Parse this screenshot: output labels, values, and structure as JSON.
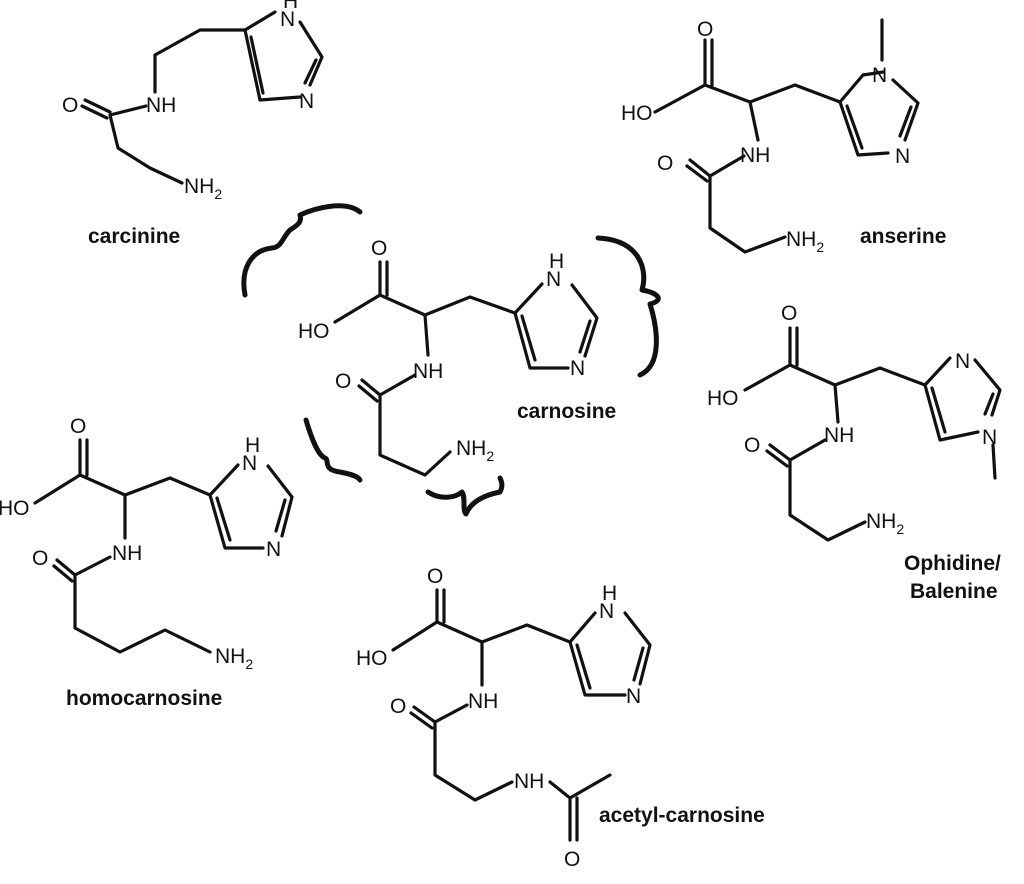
{
  "atoms": {
    "oxygen": "O",
    "hydroxyl": "HO",
    "amide": "NH",
    "amine": "NH",
    "amine_subscript": "2",
    "nitrogen": "N",
    "hydrogen": "H"
  },
  "molecules": {
    "carcinine": {
      "name": "carcinine"
    },
    "anserine": {
      "name": "anserine"
    },
    "carnosine": {
      "name": "carnosine"
    },
    "ophidine": {
      "name_line1": "Ophidine/",
      "name_line2": "Balenine"
    },
    "homocarnosine": {
      "name": "homocarnosine"
    },
    "acetylcarnosine": {
      "name": "acetyl-carnosine"
    }
  },
  "colors": {
    "ink": "#111111",
    "background": "#ffffff"
  }
}
